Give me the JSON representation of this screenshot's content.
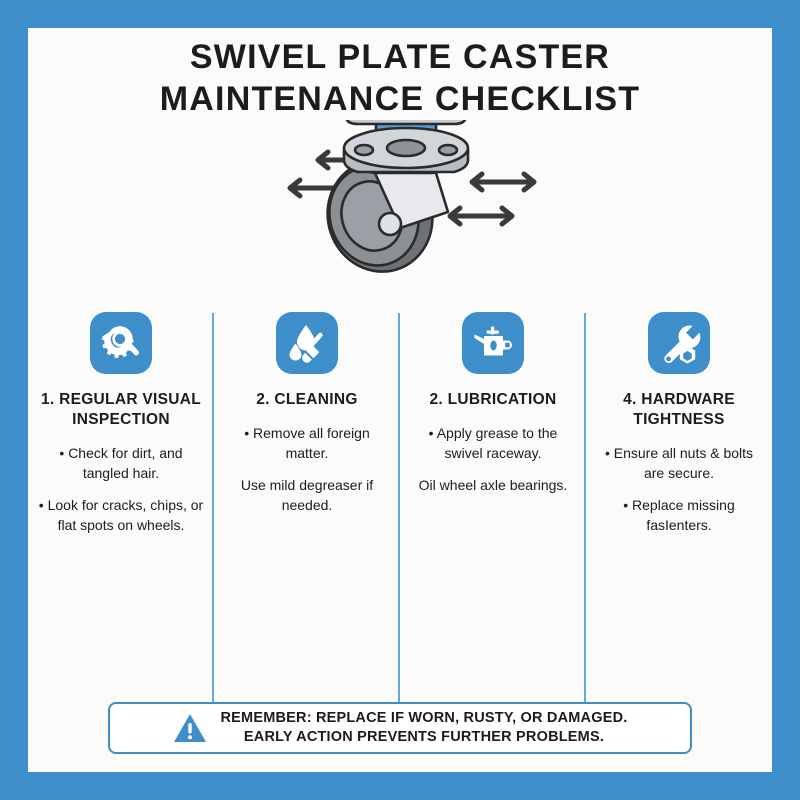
{
  "colors": {
    "frame_blue": "#3d8ec9",
    "divider_blue": "#62a9dd",
    "background": "#fbfbfb",
    "text": "#1c1c1c"
  },
  "title": {
    "line1": "SWIVEL PLATE CASTER",
    "line2": "MAINTENANCE CHECKLIST"
  },
  "hero": {
    "icon_name": "swivel-plate-caster-illustration",
    "arrow_count": 4,
    "plate_color": "#c8ccd2",
    "collar_color": "#5b9bd5",
    "wheel_color": "#6e7277",
    "fork_color": "#e3e5e8"
  },
  "columns": [
    {
      "icon_name": "magnifier-gear-icon",
      "title": "1. REGULAR VISUAL INSPECTION",
      "items": [
        "• Check for dirt, and tangled hair.",
        "• Look for cracks, chips, or flat spots on wheels."
      ]
    },
    {
      "icon_name": "droplets-brush-icon",
      "title": "2. CLEANING",
      "items": [
        "• Remove all foreign matter.",
        "Use mild degreaser if needed."
      ]
    },
    {
      "icon_name": "oil-can-icon",
      "title": "2. LUBRICATION",
      "items": [
        "• Apply grease to the swivel raceway.",
        "Oil wheel axle bearings."
      ]
    },
    {
      "icon_name": "wrench-nut-icon",
      "title": "4. HARDWARE TIGHTNESS",
      "items": [
        "• Ensure all nuts & bolts are secure.",
        "• Replace missing fasIenters."
      ]
    }
  ],
  "banner": {
    "icon_name": "warning-triangle-icon",
    "line1": "REMEMBER: REPLACE IF WORN, RUSTY, OR DAMAGED.",
    "line2": "EARLY ACTION PREVENTS FURTHER PROBLEMS."
  }
}
